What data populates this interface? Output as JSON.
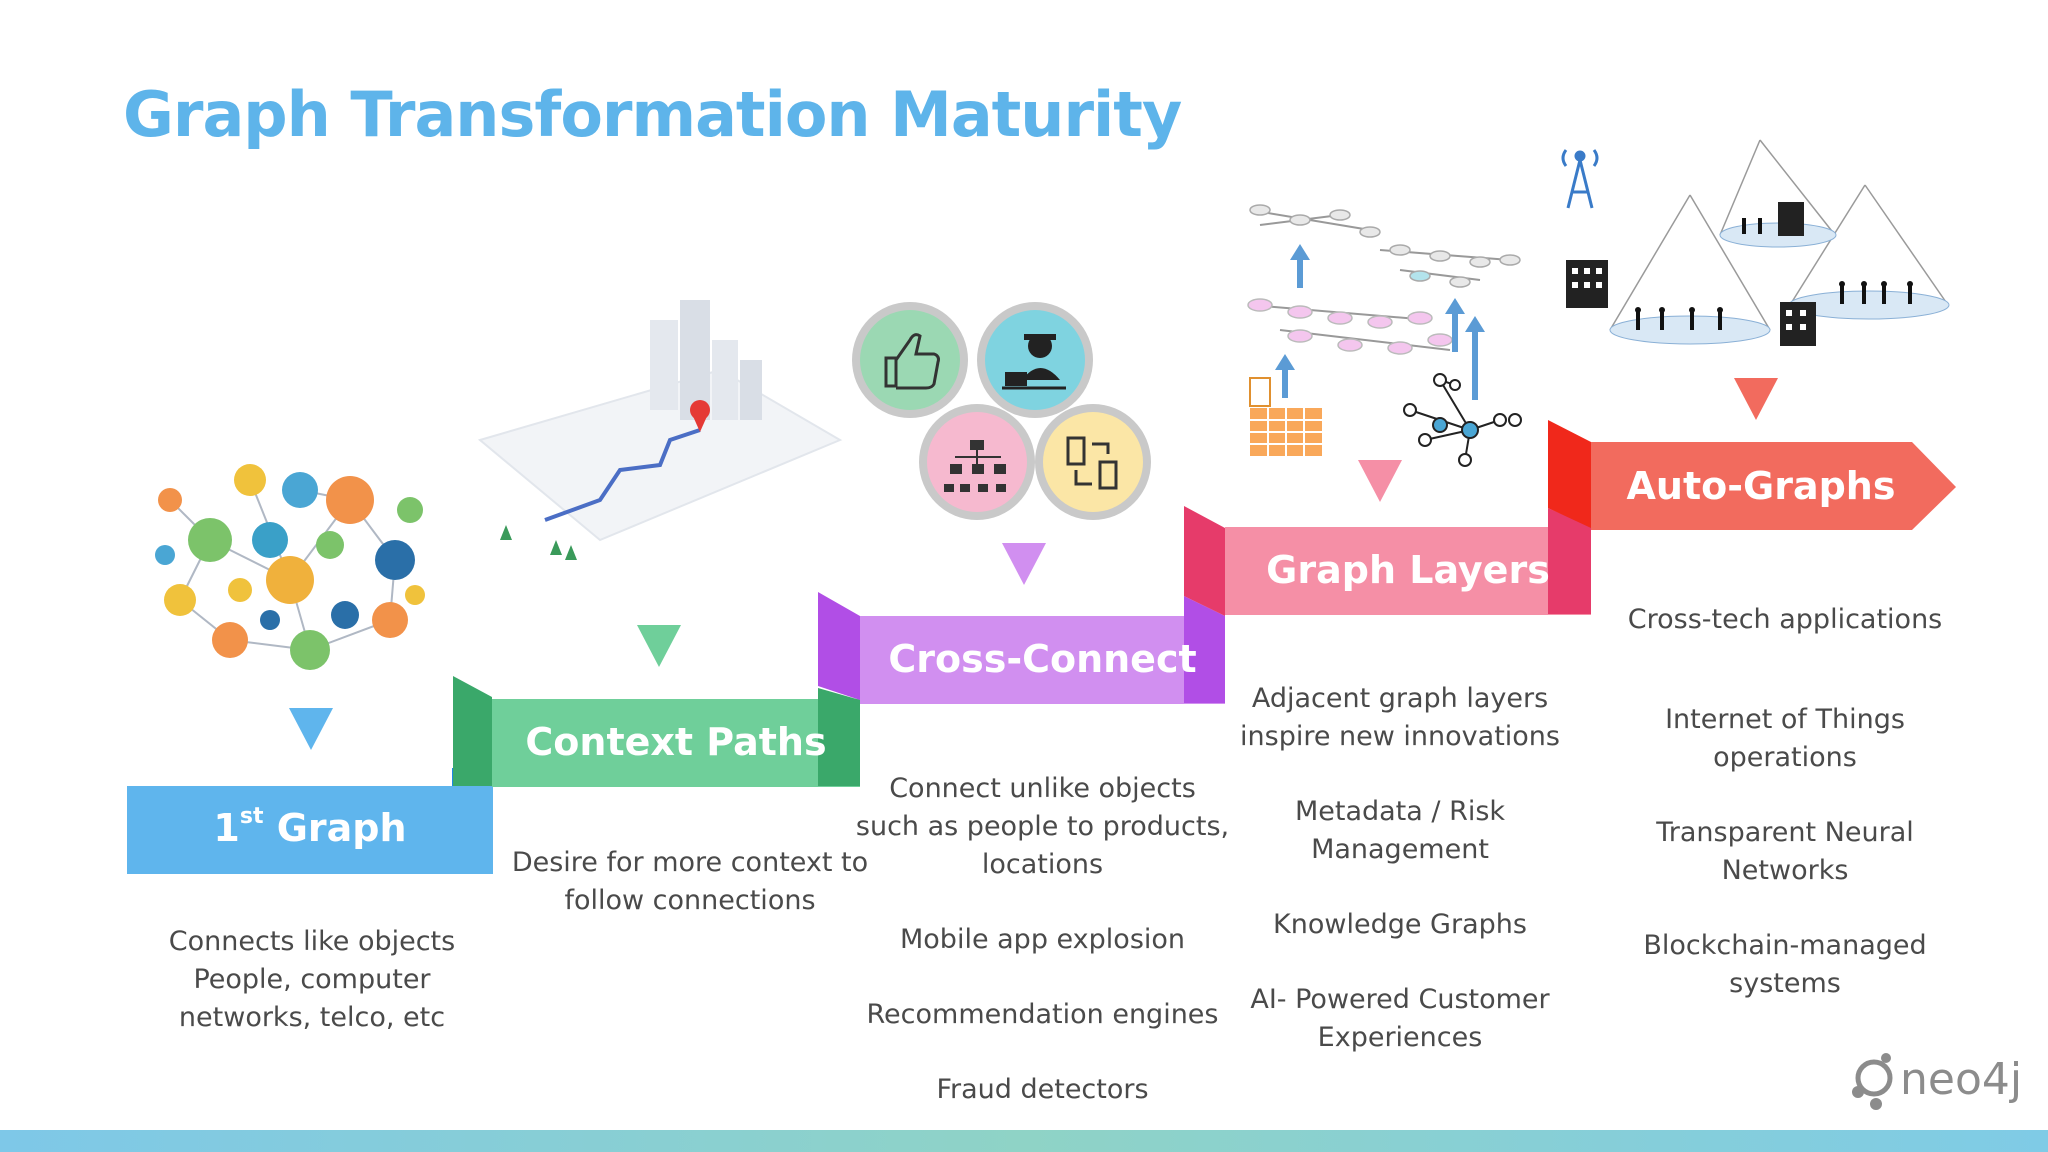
{
  "title": "Graph Transformation Maturity",
  "steps": [
    {
      "label": "1",
      "label_sup": "st",
      "label_rest": " Graph",
      "color": "#5fb5ed",
      "descriptions": [
        "Connects like objects\nPeople, computer\nnetworks, telco, etc"
      ]
    },
    {
      "label": "Context Paths",
      "color": "#6fcf9a",
      "descriptions": [
        "Desire for more context to\nfollow connections"
      ]
    },
    {
      "label": "Cross-Connect",
      "color": "#d18ff0",
      "descriptions": [
        "Connect unlike objects\nsuch as people to products,\nlocations",
        "Mobile app explosion",
        "Recommendation engines",
        "Fraud detectors"
      ]
    },
    {
      "label": "Graph Layers",
      "color": "#f58fa6",
      "descriptions": [
        "Adjacent graph layers\ninspire new innovations",
        "Metadata / Risk\nManagement",
        "Knowledge Graphs",
        "AI- Powered Customer\nExperiences"
      ]
    },
    {
      "label": "Auto-Graphs",
      "color": "#f26b5e",
      "descriptions": [
        "Cross-tech applications",
        "Internet of Things\noperations",
        "Transparent Neural\nNetworks",
        "Blockchain-managed\nsystems"
      ]
    }
  ],
  "icons": [
    "network-people-icon",
    "city-map-path-icon",
    "thumbs-up-icon",
    "hacker-icon",
    "org-chart-icon",
    "documents-icon",
    "graph-layers-icon",
    "cell-tower-icon",
    "iot-cones-icon"
  ],
  "logo": {
    "text": "neo4j"
  }
}
